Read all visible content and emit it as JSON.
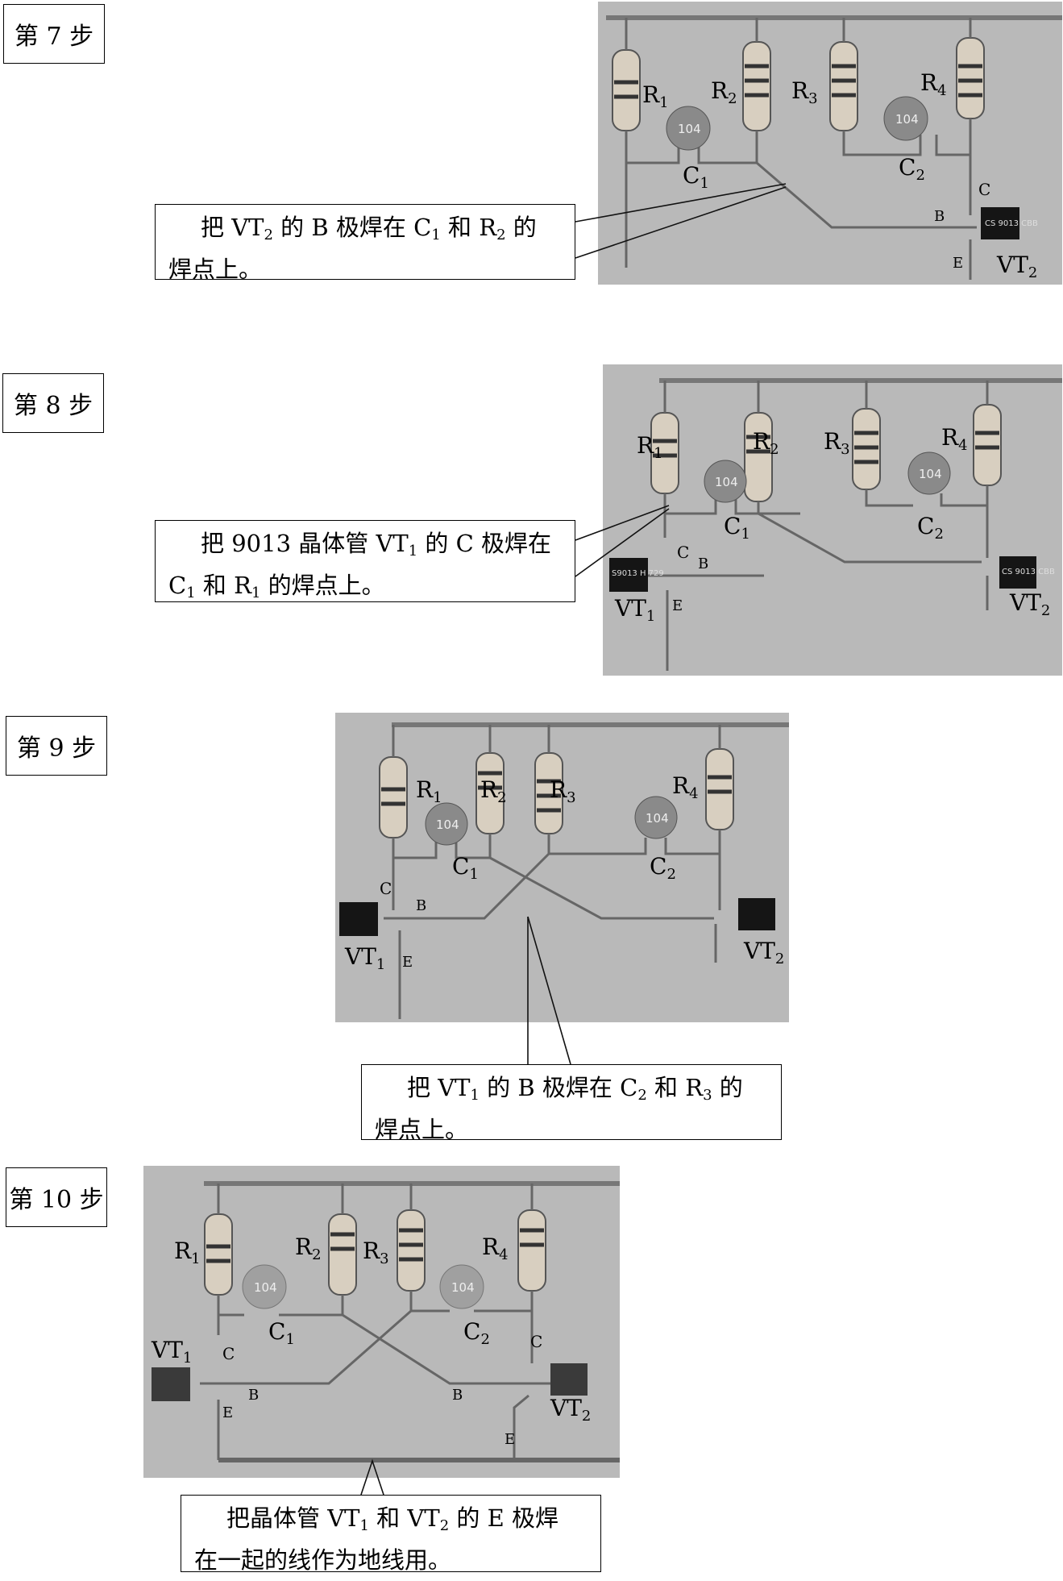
{
  "steps": [
    {
      "label": "第 7 步",
      "callout": {
        "line1": [
          "把 VT",
          "2",
          " 的 B 极焊在 C",
          "1",
          " 和 R",
          "2",
          " 的"
        ],
        "line2": "焊点上。"
      },
      "photo_labels": {
        "R1": "R",
        "R2": "R",
        "R3": "R",
        "R4": "R",
        "C1": "C",
        "C2": "C",
        "VT2": "VT",
        "pinB": "B",
        "pinC": "C",
        "pinE": "E",
        "cap": "104",
        "chip": "CS 9013 CBB"
      }
    },
    {
      "label": "第 8 步",
      "callout": {
        "line1": [
          "把 9013 晶体管 VT",
          "1",
          " 的 C 极焊在"
        ],
        "line2": [
          "C",
          "1",
          " 和 R",
          "1",
          " 的焊点上。"
        ]
      },
      "photo_labels": {
        "chip1": "S9013 H 729",
        "chip2": "CS 9013 CBB",
        "pinB": "B",
        "pinC": "C",
        "pinE": "E",
        "cap": "104"
      }
    },
    {
      "label": "第 9 步",
      "callout": {
        "line1": [
          "把 VT",
          "1",
          " 的 B 极焊在 C",
          "2",
          " 和 R",
          "3",
          " 的"
        ],
        "line2": "焊点上。"
      },
      "photo_labels": {
        "pinB": "B",
        "pinC": "C",
        "pinE": "E",
        "cap": "104"
      }
    },
    {
      "label": "第 10 步",
      "callout": {
        "line1": [
          "把晶体管 VT",
          "1",
          " 和 VT",
          "2",
          " 的 E 极焊"
        ],
        "line2": "在一起的线作为地线用。"
      },
      "photo_labels": {
        "pinB": "B",
        "pinC": "C",
        "pinE": "E",
        "cap": "104"
      }
    }
  ],
  "subscripts": {
    "s1": "1",
    "s2": "2",
    "s3": "3",
    "s4": "4"
  }
}
